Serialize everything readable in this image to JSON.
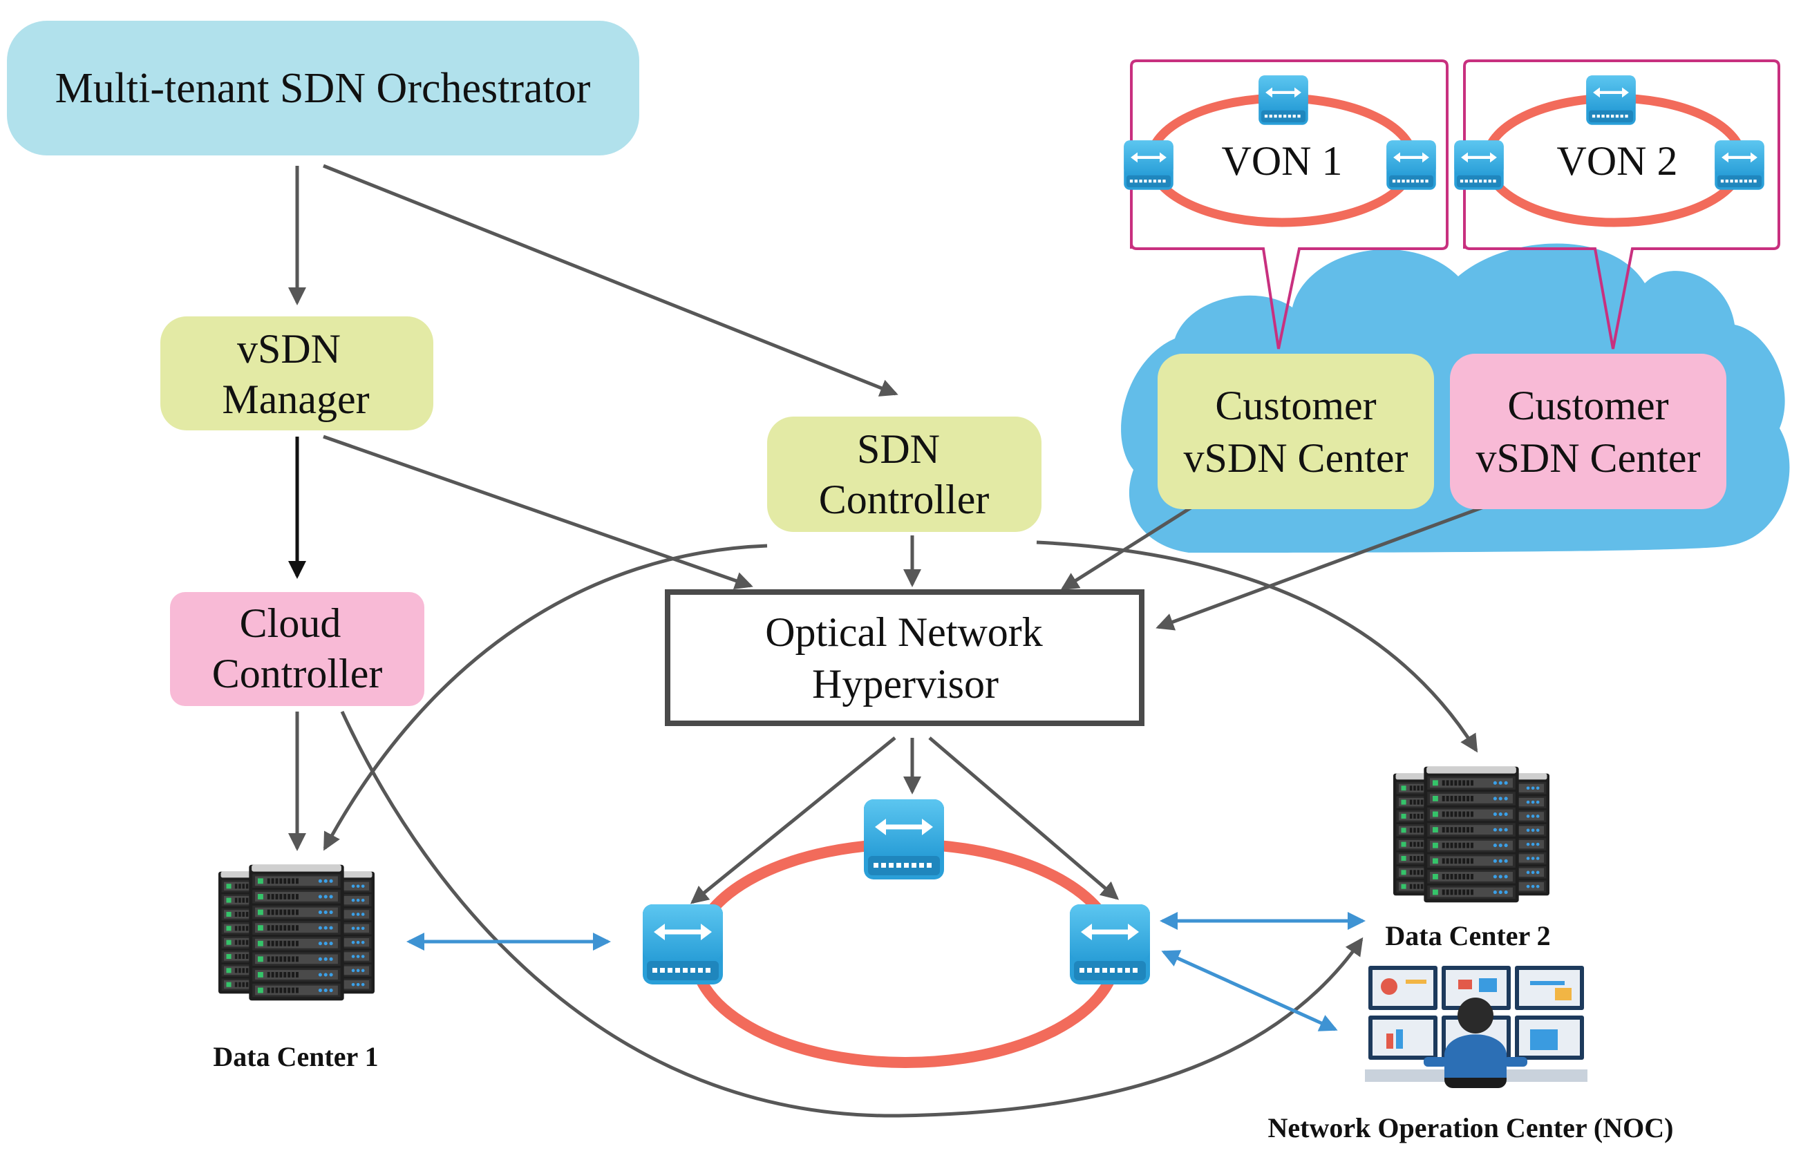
{
  "nodes": {
    "orchestrator": {
      "label": "Multi-tenant SDN Orchestrator"
    },
    "vsdn_manager": {
      "line1": "vSDN",
      "line2": "Manager"
    },
    "sdn_controller": {
      "line1": "SDN",
      "line2": "Controller"
    },
    "cloud_controller": {
      "line1": "Cloud",
      "line2": "Controller"
    },
    "hypervisor": {
      "line1": "Optical Network",
      "line2": "Hypervisor"
    },
    "customer_center_1": {
      "line1": "Customer",
      "line2": "vSDN Center"
    },
    "customer_center_2": {
      "line1": "Customer",
      "line2": "vSDN Center"
    },
    "von1": {
      "label": "VON 1"
    },
    "von2": {
      "label": "VON 2"
    }
  },
  "labels": {
    "dc1": "Data Center 1",
    "dc2": "Data Center 2",
    "noc": "Network Operation Center (NOC)"
  },
  "colors": {
    "orchestrator_fill": "#b1e1ec",
    "green_fill": "#e3eaa5",
    "pink_fill": "#f8bad6",
    "cloud_fill": "#62bde9",
    "ring_red": "#f26b5b",
    "arrow_gray": "#575757",
    "arrow_blue": "#3e93d3",
    "callout_magenta": "#c8307f",
    "switch_blue": "#3ab1e6"
  },
  "icons": [
    "switch-icon",
    "server-rack-icon",
    "operator-workstation-icon"
  ]
}
